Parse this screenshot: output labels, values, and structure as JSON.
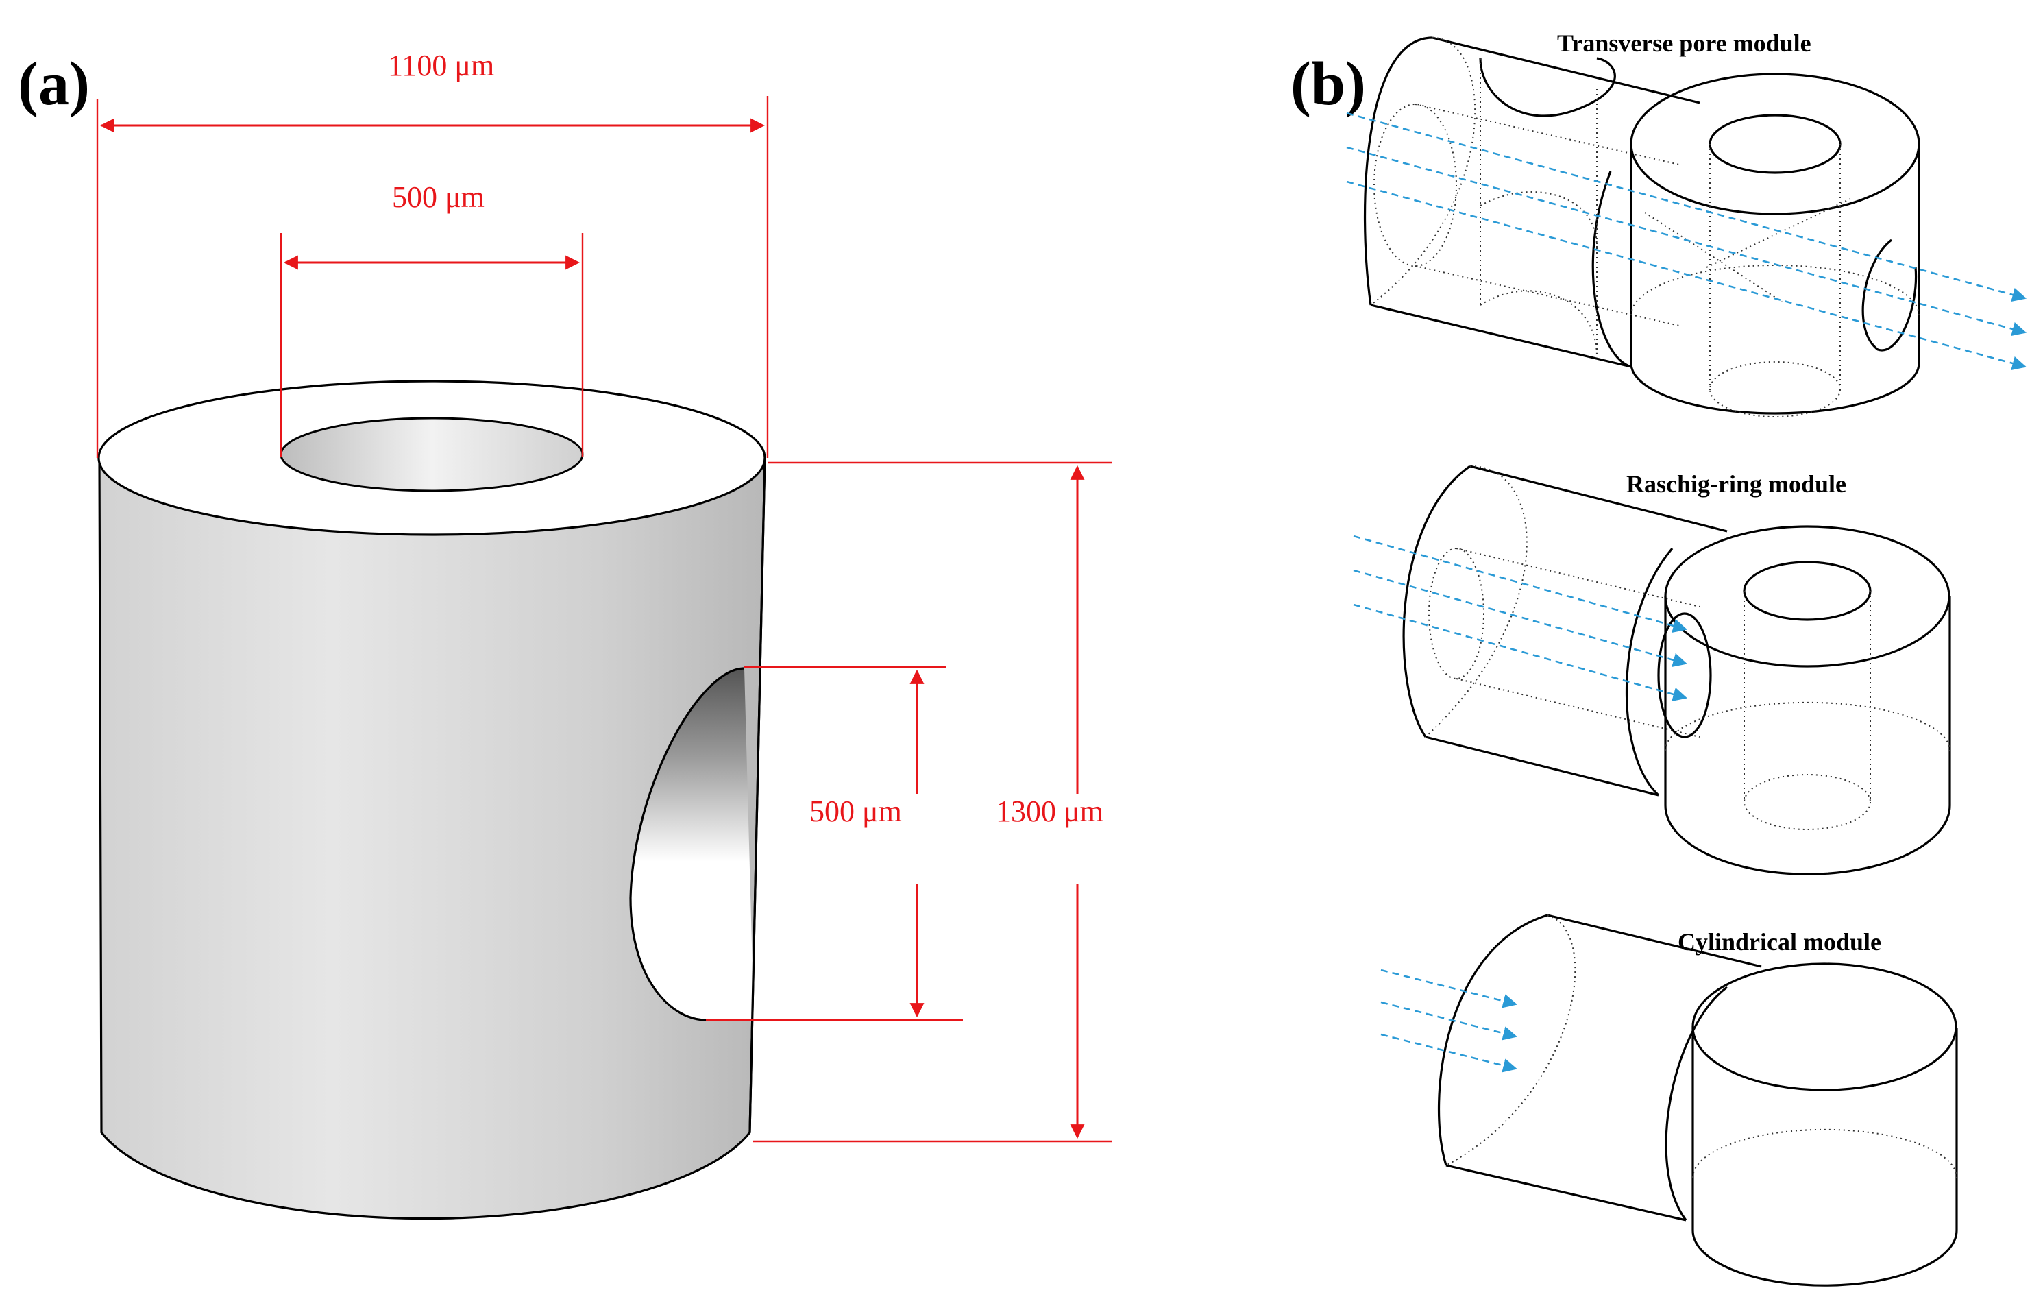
{
  "panel_a": {
    "label": "(a)",
    "dimensions": {
      "outer_diameter": "1100 μm",
      "inner_diameter": "500 μm",
      "pore_diameter": "500 μm",
      "height": "1300 μm"
    }
  },
  "panel_b": {
    "label": "(b)",
    "modules": [
      {
        "title": "Transverse pore module"
      },
      {
        "title": "Raschig-ring module"
      },
      {
        "title": "Cylindrical module"
      }
    ]
  },
  "colors": {
    "dimension": "#e8161a",
    "flow_arrow": "#2a9ad6",
    "body_gray": "#d4d4d4"
  }
}
